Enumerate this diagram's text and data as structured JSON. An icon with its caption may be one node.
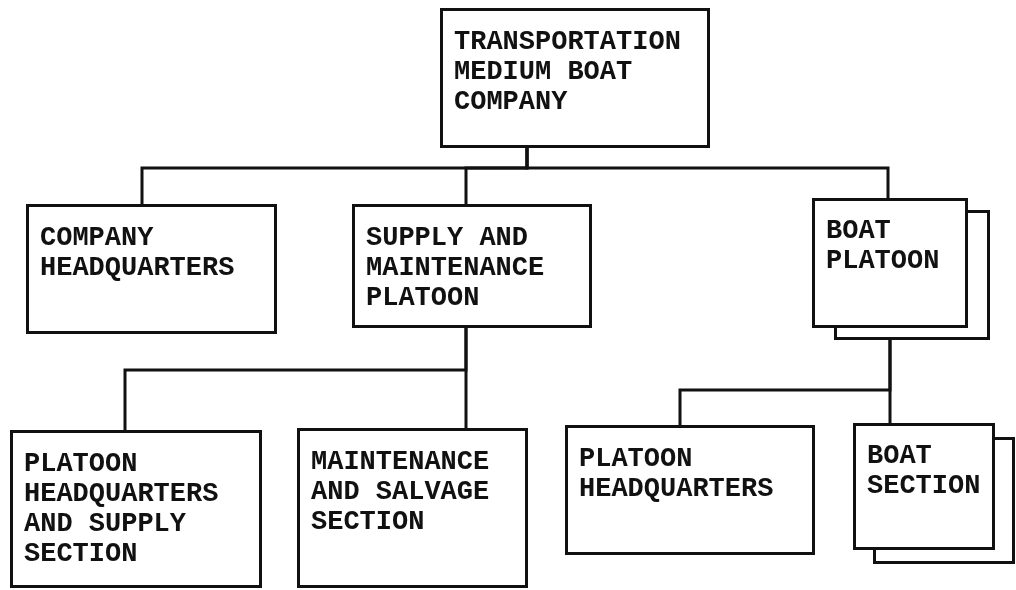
{
  "diagram": {
    "nodes": [
      {
        "text": [
          "TRANSPORTATION MEDIUM BOAT COMPANY"
        ]
      },
      {
        "text": [
          "COMPANY HEADQUARTERS"
        ]
      },
      {
        "text": [
          "SUPPLY AND MAINTENANCE PLATOON"
        ]
      },
      {
        "text": [
          "BOAT PLATOON"
        ]
      },
      {
        "text": [
          "PLATOON HEADQUARTERS AND SUPPLY SECTION"
        ]
      },
      {
        "text": [
          "MAINTENANCE AND SALVAGE SECTION"
        ]
      },
      {
        "text": [
          "PLATOON HEADQUARTERS"
        ]
      },
      {
        "text": [
          "BOAT SECTION"
        ]
      }
    ],
    "edges": [
      {
        "from": 0,
        "to": 1,
        "arrow": "none"
      },
      {
        "from": 0,
        "to": 2,
        "arrow": "none"
      },
      {
        "from": 0,
        "to": 3,
        "arrow": "none"
      },
      {
        "from": 2,
        "to": 4,
        "arrow": "none"
      },
      {
        "from": 2,
        "to": 5,
        "arrow": "none"
      },
      {
        "from": 3,
        "to": 6,
        "arrow": "none"
      },
      {
        "from": 3,
        "to": 7,
        "arrow": "none"
      }
    ]
  }
}
